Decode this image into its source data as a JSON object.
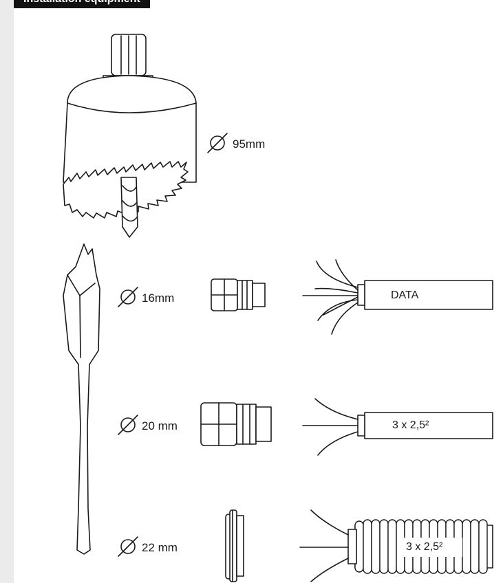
{
  "section": {
    "title": "Installation equipment"
  },
  "tools": {
    "hole_saw": {
      "size": "95mm"
    },
    "rows": [
      {
        "drill_size": "16mm",
        "cable_label": "DATA"
      },
      {
        "drill_size": "20 mm",
        "cable_label": "3 x 2,5²"
      },
      {
        "drill_size": "22 mm",
        "cable_label": "3 x 2,5²"
      }
    ]
  },
  "icons": [
    "diameter-icon",
    "hole-saw-icon",
    "spade-bit-icon",
    "cable-gland-icon",
    "grommet-icon",
    "data-cable-icon",
    "power-cable-icon",
    "conduit-cable-icon"
  ],
  "colors": {
    "line": "#1a1a1a",
    "header_bg": "#111111",
    "strip": "#ebebeb"
  }
}
